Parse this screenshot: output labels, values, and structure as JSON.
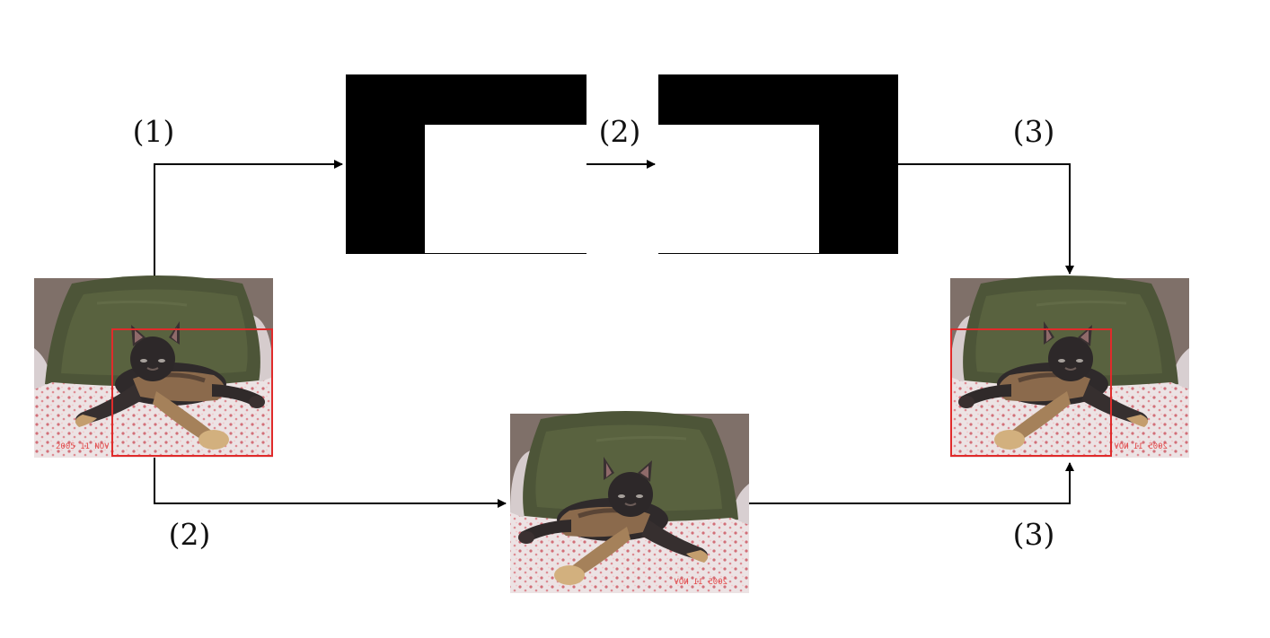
{
  "labels": {
    "top_left": "(1)",
    "top_middle": "(2)",
    "top_right": "(3)",
    "bottom_left": "(2)",
    "bottom_right": "(3)"
  },
  "panels": {
    "input_image": "kitten-photo-with-red-box",
    "mask": "black-mask-with-white-rectangle",
    "flipped_mask": "black-mask-with-white-rectangle-flipped",
    "flipped_image": "kitten-photo-flipped",
    "output_image": "kitten-photo-flipped-with-red-box"
  },
  "colors": {
    "bounding_box": "#e02b2b",
    "arrow": "#000000",
    "mask_black": "#000000",
    "mask_white": "#ffffff",
    "pillow": "#4b5438",
    "blanket": "#e9dfe0",
    "background": "#7a6a64"
  }
}
